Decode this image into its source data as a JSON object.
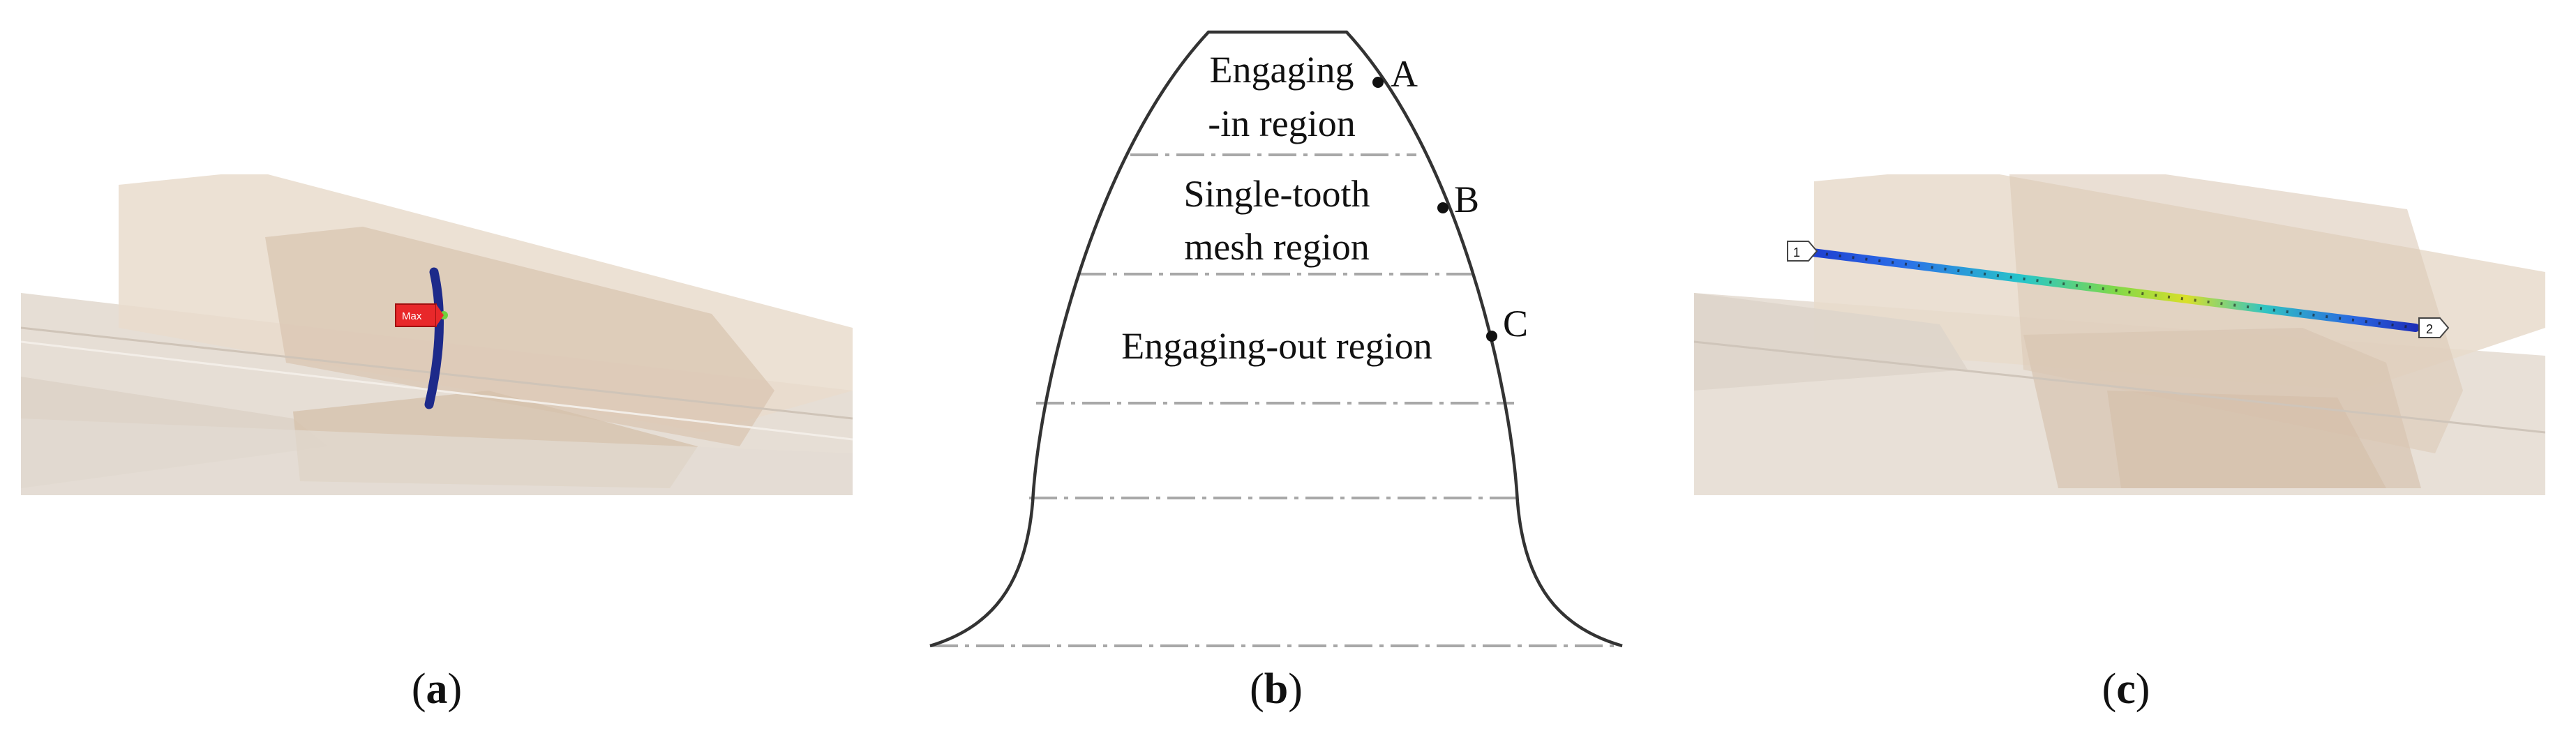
{
  "panel_a": {
    "caption_open": "(",
    "caption_letter": "a",
    "caption_close": ")",
    "marker_label": "Max"
  },
  "panel_b": {
    "caption_open": "(",
    "caption_letter": "b",
    "caption_close": ")",
    "regions": {
      "engaging_in_line1": "Engaging",
      "engaging_in_line2": "-in region",
      "single_tooth_line1": "Single-tooth",
      "single_tooth_line2": "mesh region",
      "engaging_out": "Engaging-out region"
    },
    "points": {
      "a": "A",
      "b": "B",
      "c": "C"
    }
  },
  "panel_c": {
    "caption_open": "(",
    "caption_letter": "c",
    "caption_close": ")",
    "marker_start": "1",
    "marker_end": "2"
  },
  "colors": {
    "tooth_outline": "#333333",
    "dash_line": "#a8a8a8",
    "gear_face": "#e7ddd2",
    "gear_shadow": "#d2bfae",
    "contact_line": "#1d2a8a",
    "marker_red": "#e8282a"
  }
}
